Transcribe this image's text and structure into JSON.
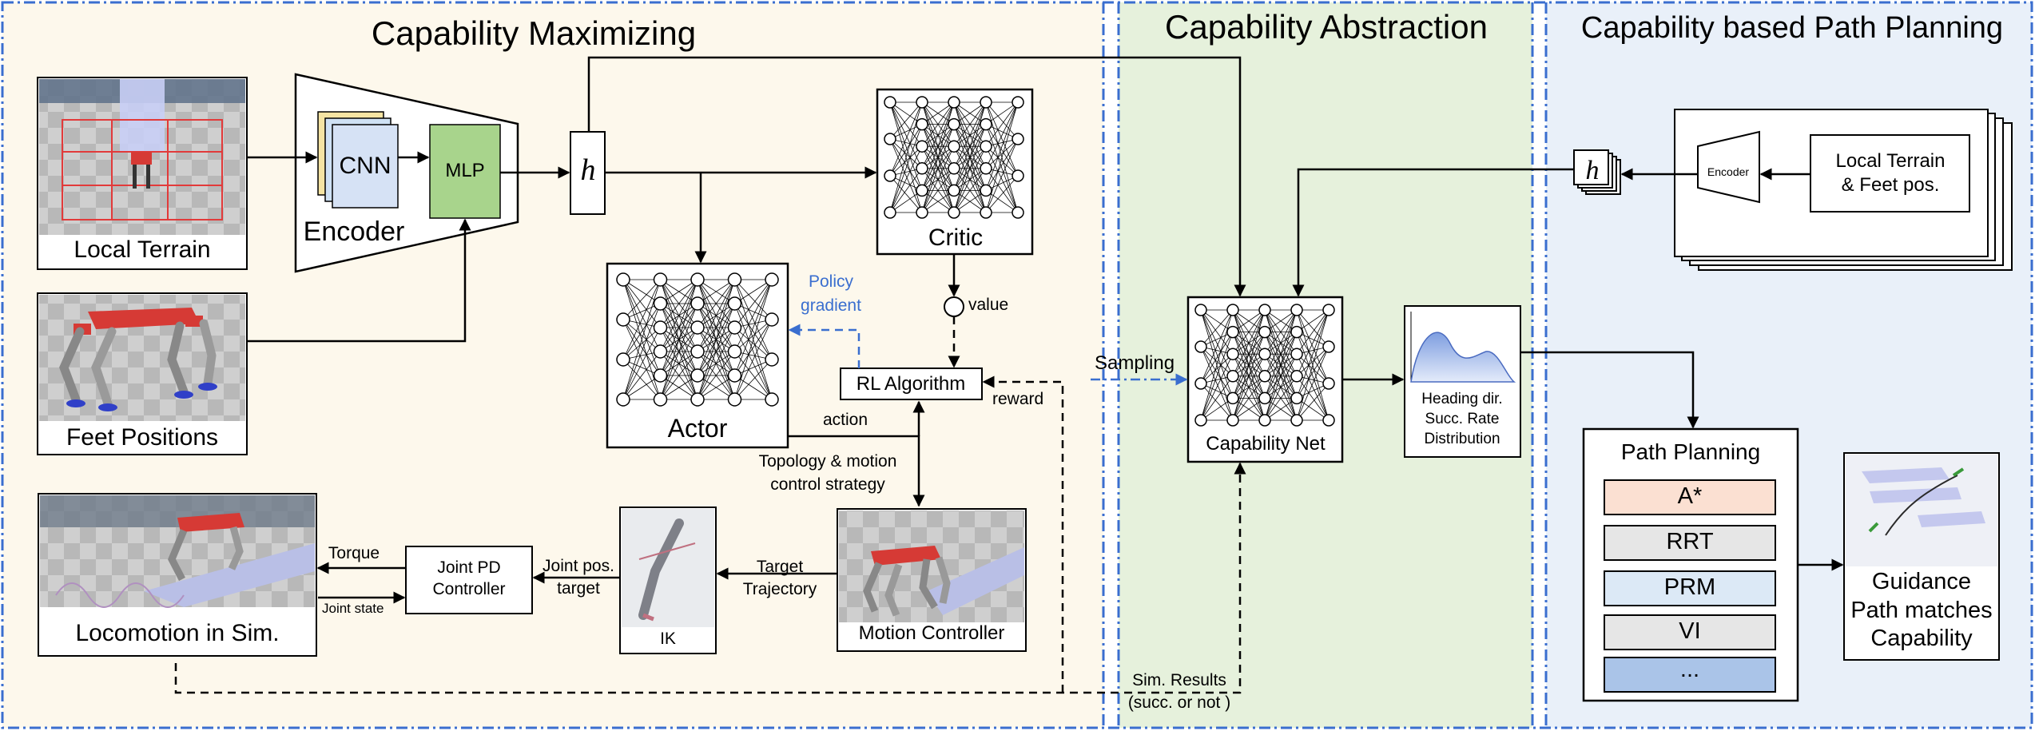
{
  "sections": {
    "maximizing": "Capability Maximizing",
    "abstraction": "Capability Abstraction",
    "planning": "Capability based Path Planning"
  },
  "inputs": {
    "local_terrain": "Local Terrain",
    "feet_positions": "Feet Positions"
  },
  "encoder": {
    "title": "Encoder",
    "cnn": "CNN",
    "mlp": "MLP"
  },
  "latent_symbol": "h",
  "critic": "Critic",
  "actor": "Actor",
  "value": "value",
  "policy_gradient": [
    "Policy",
    "gradient"
  ],
  "rl_algorithm": "RL Algorithm",
  "reward": "reward",
  "action": "action",
  "topology": [
    "Topology & motion",
    "control strategy"
  ],
  "motion_controller": "Motion Controller",
  "target_trajectory": [
    "Target",
    "Trajectory"
  ],
  "ik": "IK",
  "joint_pos_target": [
    "Joint pos.",
    "target"
  ],
  "joint_pd": [
    "Joint PD",
    "Controller"
  ],
  "torque": "Torque",
  "joint_state": "Joint state",
  "locomotion": "Locomotion in Sim.",
  "sim_results": [
    "Sim. Results",
    "(succ. or not )"
  ],
  "sampling": "Sampling",
  "capability_net": "Capability Net",
  "distribution": [
    "Heading dir.",
    "Succ. Rate",
    "Distribution"
  ],
  "planning_encoder": "Encoder",
  "local_terrain_feet": [
    "Local Terrain",
    "& Feet pos."
  ],
  "path_planning": {
    "title": "Path Planning",
    "methods": [
      "A*",
      "RRT",
      "PRM",
      "VI",
      "..."
    ]
  },
  "guidance": [
    "Guidance",
    "Path matches",
    "Capability"
  ],
  "colors": {
    "maximizing_bg": "#fdf8ec",
    "abstraction_bg": "#e6f1dc",
    "planning_bg": "#e9f0f9",
    "border_blue": "#3a6ecf",
    "mlp_green": "#a8d48c",
    "cnn_blue": "#d6e2f5",
    "astar": "#fbe0d2",
    "rrt": "#e6e6e6",
    "prm": "#dce9f6",
    "vi": "#e6e6e6",
    "etc": "#aac4e8",
    "robot_red": "#d63a35"
  }
}
